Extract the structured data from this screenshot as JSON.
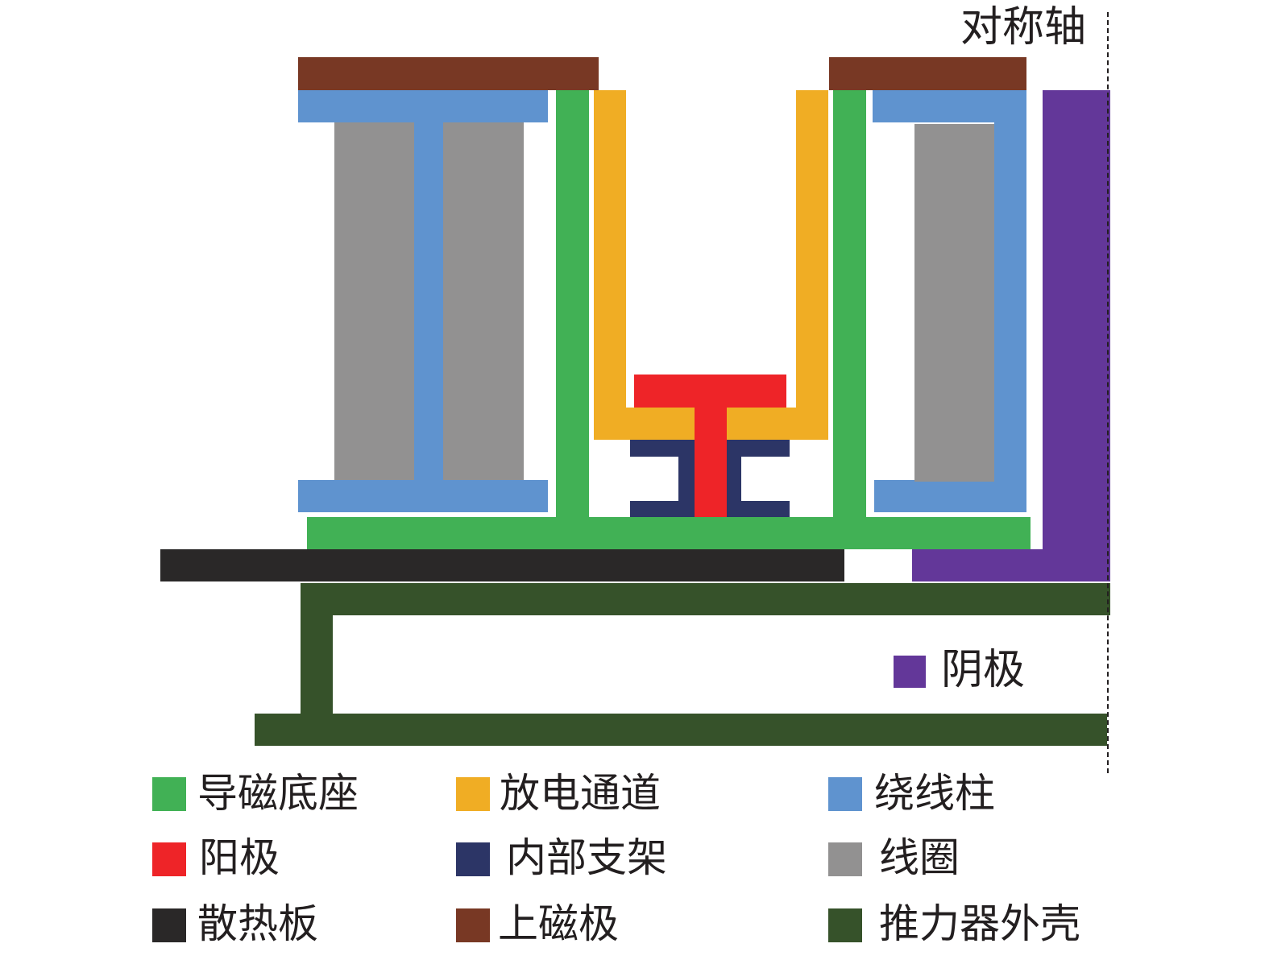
{
  "colors": {
    "magnetic_base": "#41b155",
    "discharge_channel": "#f0ad24",
    "coil_post": "#5f93cf",
    "anode": "#ee2428",
    "inner_support": "#2c3566",
    "coil": "#929191",
    "heat_sink": "#2a2828",
    "upper_pole": "#783824",
    "thruster_shell": "#36522a",
    "cathode": "#633799"
  },
  "labels": {
    "axis": "对称轴",
    "cathode": "阴极"
  },
  "legend": [
    {
      "label": "导磁底座",
      "color": "#41b155"
    },
    {
      "label": "放电通道",
      "color": "#f0ad24"
    },
    {
      "label": "绕线柱",
      "color": "#5f93cf"
    },
    {
      "label": "阳极",
      "color": "#ee2428"
    },
    {
      "label": "内部支架",
      "color": "#2c3566"
    },
    {
      "label": "线圈",
      "color": "#929191"
    },
    {
      "label": "散热板",
      "color": "#2a2828"
    },
    {
      "label": "上磁极",
      "color": "#783824"
    },
    {
      "label": "推力器外壳",
      "color": "#36522a"
    }
  ]
}
